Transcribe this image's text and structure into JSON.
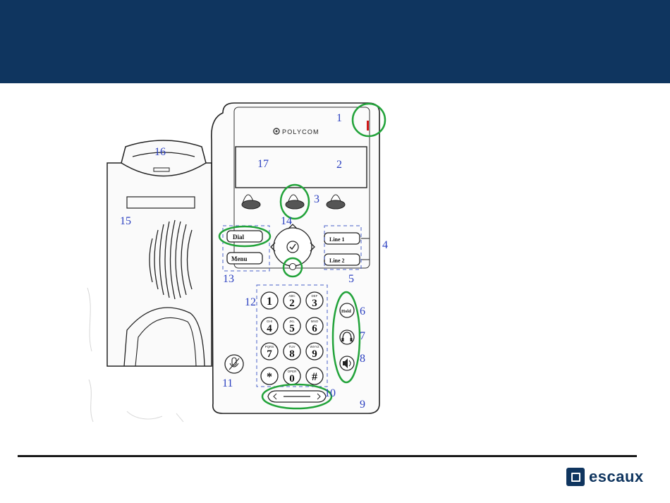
{
  "brand": {
    "logo_text": "escaux",
    "brand_color": "#0f355f",
    "logo_icon": "escaux-square-icon"
  },
  "phone": {
    "brand_label": "POLYCOM",
    "softkeys": {
      "dial": "Dial",
      "menu": "Menu"
    },
    "line_keys": [
      "Line 1",
      "Line 2"
    ],
    "hold_label": "Hold",
    "keypad": [
      {
        "digit": "1",
        "letters": ""
      },
      {
        "digit": "2",
        "letters": "ABC"
      },
      {
        "digit": "3",
        "letters": "DEF"
      },
      {
        "digit": "4",
        "letters": "GHI"
      },
      {
        "digit": "5",
        "letters": "JKL"
      },
      {
        "digit": "6",
        "letters": "MNO"
      },
      {
        "digit": "7",
        "letters": "PQRS"
      },
      {
        "digit": "8",
        "letters": "TUV"
      },
      {
        "digit": "9",
        "letters": "WXYZ"
      },
      {
        "digit": "*",
        "letters": ""
      },
      {
        "digit": "0",
        "letters": "OPER"
      },
      {
        "digit": "#",
        "letters": ""
      }
    ]
  },
  "callouts": [
    "1",
    "2",
    "3",
    "4",
    "5",
    "6",
    "7",
    "8",
    "9",
    "10",
    "11",
    "12",
    "13",
    "14",
    "15",
    "16",
    "17"
  ],
  "highlight_color": "#22a33a",
  "callout_color": "#2a3fc0"
}
